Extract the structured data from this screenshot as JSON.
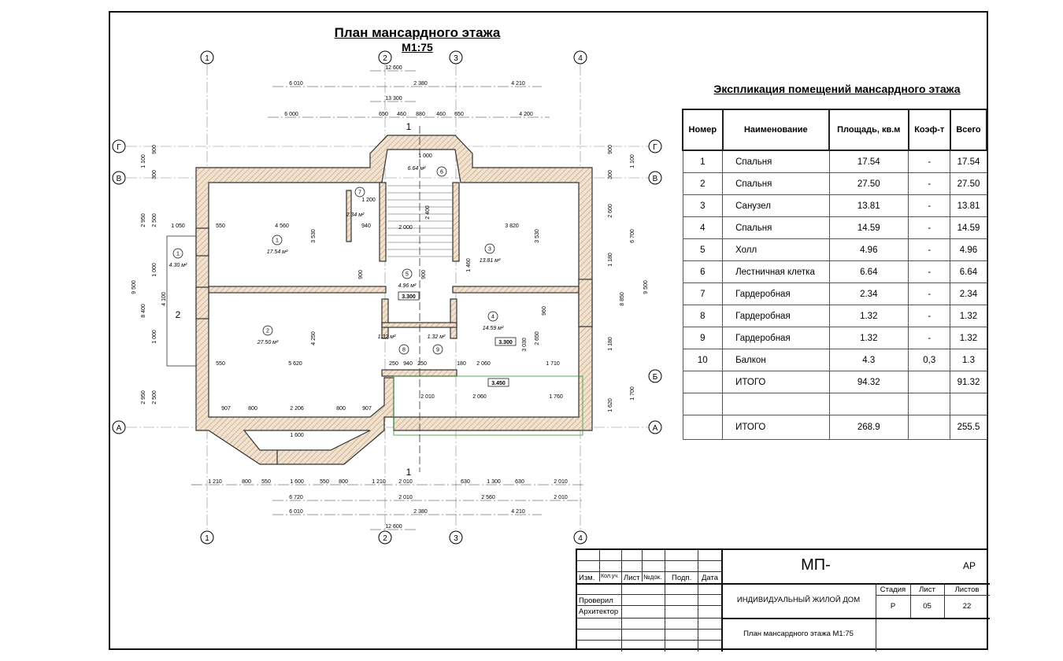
{
  "drawing": {
    "title": "План мансардного этажа",
    "scale": "М1:75"
  },
  "axes": {
    "vertical": [
      "1",
      "2",
      "3",
      "4"
    ],
    "horizontal_left": [
      "Г",
      "В",
      "А"
    ],
    "horizontal_right": [
      "Г",
      "В",
      "Б",
      "А"
    ]
  },
  "dimensions": {
    "top_rows": [
      [
        "12 600"
      ],
      [
        "6 010",
        "2 380",
        "4 210"
      ],
      [
        "13 300"
      ],
      [
        "6 000",
        "650",
        "460",
        "880",
        "460",
        "650",
        "4 200"
      ]
    ],
    "bottom_rows": [
      [
        "1 210",
        "800",
        "550",
        "1 600",
        "550",
        "800",
        "1 210",
        "2 010",
        "630",
        "1 300",
        "630",
        "2 010"
      ],
      [
        "6 720",
        "2 010",
        "2 560",
        "2 010"
      ],
      [
        "6 010",
        "2 380",
        "4 210"
      ],
      [
        "12 600"
      ]
    ],
    "left": [
      "9 500",
      "8 400",
      "2 950",
      "2 500",
      "1 000",
      "4 100",
      "1 000",
      "2 950",
      "2 500",
      "1 100",
      "900",
      "300"
    ],
    "right": [
      "9 500",
      "8 850",
      "6 700",
      "2 600",
      "1 180",
      "1 180",
      "1 700",
      "1 620",
      "900",
      "1 100",
      "300"
    ],
    "interior": [
      "4 560",
      "3 820",
      "5 620",
      "2 206",
      "1 600",
      "2 060",
      "1 710",
      "2 010",
      "2 060",
      "1 760",
      "1 050",
      "550",
      "550",
      "907",
      "800",
      "800",
      "907",
      "3 530",
      "4 250",
      "3 530",
      "2 650",
      "3 030",
      "940",
      "1 200",
      "2 000",
      "2 400",
      "1 460",
      "960",
      "900",
      "900",
      "250",
      "940",
      "250",
      "180",
      "1 000"
    ]
  },
  "rooms": [
    {
      "num": "1",
      "area": "17.54 м²"
    },
    {
      "num": "2",
      "area": "27.50 м²"
    },
    {
      "num": "3",
      "area": "13.81 м²"
    },
    {
      "num": "4",
      "area": "14.59 м²"
    },
    {
      "num": "5",
      "area": "4.96 м²"
    },
    {
      "num": "6",
      "area": "6.64 м²"
    },
    {
      "num": "7",
      "area": "2.34 м²"
    },
    {
      "num": "8",
      "area": "1.32 м²"
    },
    {
      "num": "9",
      "area": "1.32 м²"
    },
    {
      "num": "1",
      "area": "4.30 м²"
    }
  ],
  "levels": [
    "3.300",
    "3.300",
    "3.450"
  ],
  "sections": [
    "1",
    "1",
    "2"
  ],
  "explication": {
    "title": "Экспликация помещений мансардного этажа",
    "headers": [
      "Номер",
      "Наименование",
      "Площадь, кв.м",
      "Коэф-т",
      "Всего"
    ],
    "rows": [
      [
        "1",
        "Спальня",
        "17.54",
        "-",
        "17.54"
      ],
      [
        "2",
        "Спальня",
        "27.50",
        "-",
        "27.50"
      ],
      [
        "3",
        "Санузел",
        "13.81",
        "-",
        "13.81"
      ],
      [
        "4",
        "Спальня",
        "14.59",
        "-",
        "14.59"
      ],
      [
        "5",
        "Холл",
        "4.96",
        "-",
        "4.96"
      ],
      [
        "6",
        "Лестничная клетка",
        "6.64",
        "-",
        "6.64"
      ],
      [
        "7",
        "Гардеробная",
        "2.34",
        "-",
        "2.34"
      ],
      [
        "8",
        "Гардеробная",
        "1.32",
        "-",
        "1.32"
      ],
      [
        "9",
        "Гардеробная",
        "1.32",
        "-",
        "1.32"
      ],
      [
        "10",
        "Балкон",
        "4.3",
        "0,3",
        "1.3"
      ],
      [
        "",
        "ИТОГО",
        "94.32",
        "",
        "91.32"
      ],
      [
        "",
        "",
        "",
        "",
        ""
      ],
      [
        "",
        "ИТОГО",
        "268.9",
        "",
        "255.5"
      ]
    ]
  },
  "stamp": {
    "code": "МП-",
    "section": "АР",
    "cols": [
      "Изм.",
      "Кол.уч.",
      "Лист",
      "№док.",
      "Подп.",
      "Дата"
    ],
    "checked": "Проверил",
    "architect": "Архитектор",
    "project": "ИНДИВИДУАЛЬНЫЙ ЖИЛОЙ ДОМ",
    "sheet_title": "План мансардного этажа М1:75",
    "stage_label": "Стадия",
    "sheet_label": "Лист",
    "sheets_label": "Листов",
    "stage": "Р",
    "sheet": "05",
    "sheets": "22"
  }
}
